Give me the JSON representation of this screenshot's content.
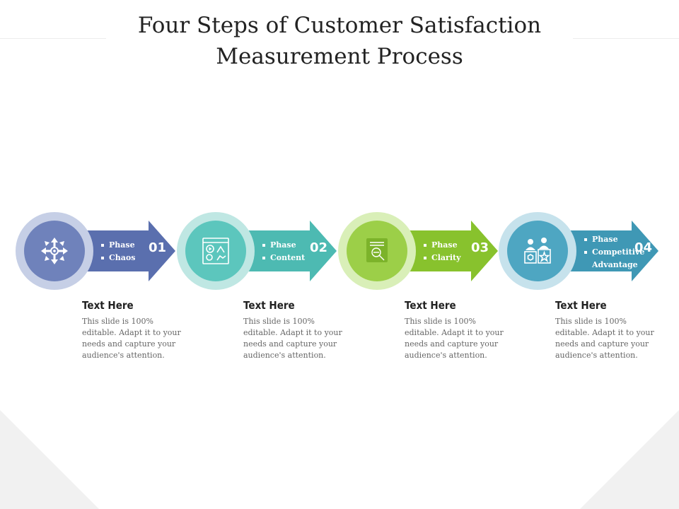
{
  "title": {
    "line1": "Four Steps of Customer Satisfaction",
    "line2": "Measurement Process"
  },
  "steps": [
    {
      "number": "01",
      "phase_items": [
        "Phase",
        "Chaos"
      ],
      "icon": "arrows-cross-icon",
      "heading": "Text Here",
      "description": "This slide is 100% editable. Adapt it to your needs and capture your audience's attention.",
      "colors": {
        "ring": "#c6cfe6",
        "disc": "#6f82bb",
        "arrow": "#5a6fae"
      }
    },
    {
      "number": "02",
      "phase_items": [
        "Phase",
        "Content"
      ],
      "icon": "content-media-icon",
      "heading": "Text Here",
      "description": "This slide is 100% editable. Adapt it to your needs and capture your audience's attention.",
      "colors": {
        "ring": "#bfe7e3",
        "disc": "#5cc6bd",
        "arrow": "#4dbab2"
      }
    },
    {
      "number": "03",
      "phase_items": [
        "Phase",
        "Clarity"
      ],
      "icon": "document-search-icon",
      "heading": "Text Here",
      "description": "This slide is 100% editable. Adapt it to your needs and capture your audience's attention.",
      "colors": {
        "ring": "#d9efb8",
        "disc": "#9ccf48",
        "arrow": "#88c22d"
      }
    },
    {
      "number": "04",
      "phase_items": [
        "Phase",
        "Competitive Advantage"
      ],
      "icon": "people-boxes-icon",
      "heading": "Text Here",
      "description": "This slide is 100% editable. Adapt it to your needs and capture your audience's attention.",
      "colors": {
        "ring": "#c6e2ec",
        "disc": "#4ea6c2",
        "arrow": "#3f98b5"
      }
    }
  ]
}
